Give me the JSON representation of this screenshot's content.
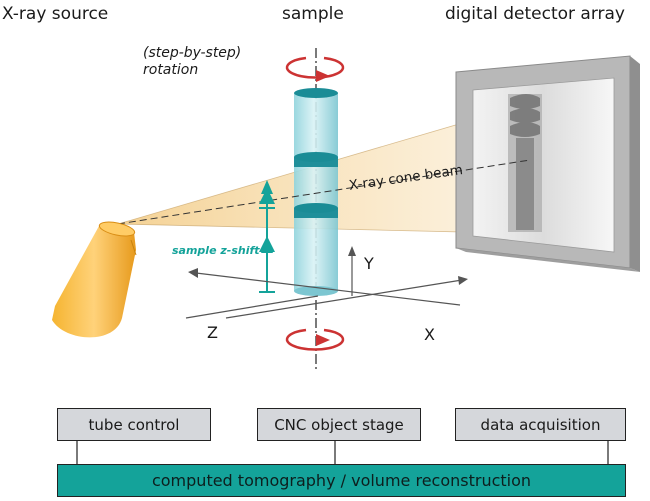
{
  "labels": {
    "source": "X-ray source",
    "sample": "sample",
    "detector": "digital detector array",
    "rotation_line1": "(step-by-step)",
    "rotation_line2": "rotation",
    "cone_beam": "X-ray cone beam",
    "z_shift": "sample z-shift",
    "axis_y": "Y",
    "axis_z": "Z",
    "axis_x": "X"
  },
  "components": {
    "tube_control": "tube control",
    "cnc_stage": "CNC object stage",
    "data_acquisition": "data acquisition",
    "reconstruction": "computed tomography / volume reconstruction"
  },
  "colors": {
    "accent_teal": "#14a39a",
    "sample_cyan": "#8fd3dc",
    "rotation_red": "#cc3333",
    "source_orange": "#f3b13a",
    "beam": "#f6dcaa",
    "box_gray": "#d5d7db"
  }
}
